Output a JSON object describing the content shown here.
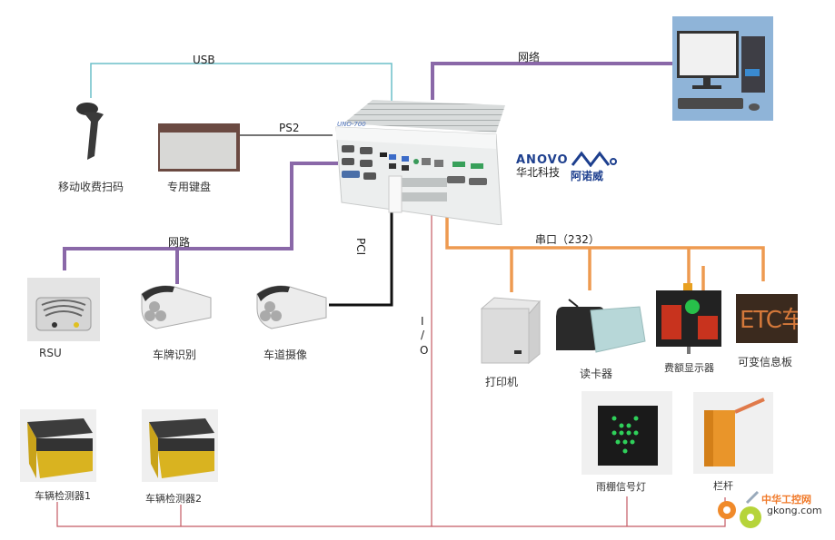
{
  "diagram": {
    "title": "ETC车道控制系统连接示意图",
    "controller": {
      "model_label": "UNO-700",
      "brand_en": "ANOVO",
      "brand_cn": "华北科技",
      "brand_logo_text": "阿诺威"
    },
    "connections": {
      "usb": "USB",
      "ps2": "PS2",
      "network_top": "网络",
      "network_left": "网路",
      "pci": "PCI",
      "io_1": "I",
      "io_2": "/",
      "io_3": "O",
      "serial": "串口（232）"
    },
    "colors": {
      "usb": "#6bbfc9",
      "network": "#8a68a8",
      "serial": "#ee9a50",
      "pci": "#111111",
      "io": "#c45a63",
      "ps2": "#222222"
    },
    "devices": {
      "scanner": "移动收费扫码",
      "keyboard": "专用键盘",
      "pc": "",
      "rsu": "RSU",
      "plate_recognition": "车牌识别",
      "lane_camera": "车道摄像",
      "printer": "打印机",
      "card_reader": "读卡器",
      "fee_display": "费额显示器",
      "vms": "可变信息板",
      "vms_text": "ETC车道",
      "detector1": "车辆检测器1",
      "detector2": "车辆检测器2",
      "canopy_light": "雨棚信号灯",
      "barrier": "栏杆"
    },
    "watermark": {
      "cn": "中华工控网",
      "en": "gkong.com"
    }
  }
}
